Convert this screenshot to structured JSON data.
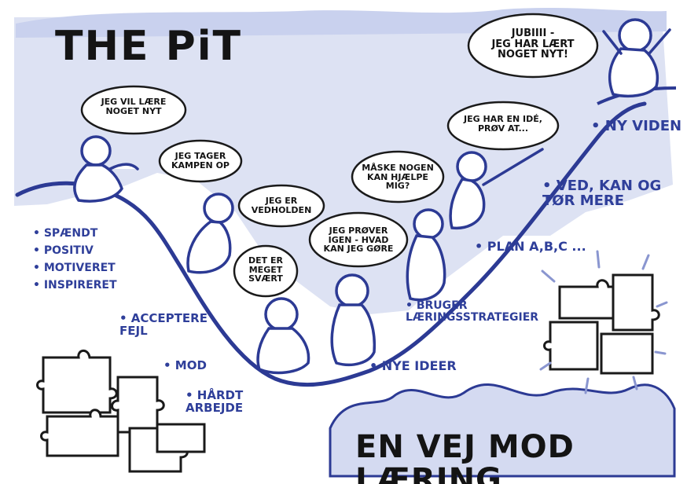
{
  "title": "THE PiT",
  "footer": "EN VEJ MOD LÆRING",
  "bubbles": [
    {
      "text": "JEG VIL LÆRE\nNOGET NYT"
    },
    {
      "text": "JEG TAGER\nKAMPEN OP"
    },
    {
      "text": "JEG ER\nVEDHOLDEN"
    },
    {
      "text": "DET ER\nMEGET\nSVÆRT"
    },
    {
      "text": "JEG PRØVER\nIGEN - HVAD\nKAN JEG GØRE"
    },
    {
      "text": "MÅSKE NOGEN\nKAN HJÆLPE\nMIG?"
    },
    {
      "text": "JEG HAR EN IDÉ,\nPRØV AT..."
    },
    {
      "text": "JUBIIII -\nJEG HAR LÆRT\nNOGET NYT!"
    }
  ],
  "left_list": [
    "• SPÆNDT",
    "• POSITIV",
    "• MOTIVERET",
    "• INSPIRERET"
  ],
  "labels": {
    "accept": "• ACCEPTERE\nFEJL",
    "mod": "• MOD",
    "hardt": "• HÅRDT\nARBEJDE",
    "nye_ideer": "• NYE IDEER",
    "bruger": "• BRUGER\nLÆRINGSSTRATEGIER",
    "plan": "• PLAN A,B,C ...",
    "ved": "• VED, KAN OG\nTØR MERE",
    "ny_viden": "• NY VIDEN"
  },
  "colors": {
    "ink": "#141414",
    "blue": "#2f3f9a",
    "pale": "#d9def2",
    "line": "#2c3a94"
  }
}
